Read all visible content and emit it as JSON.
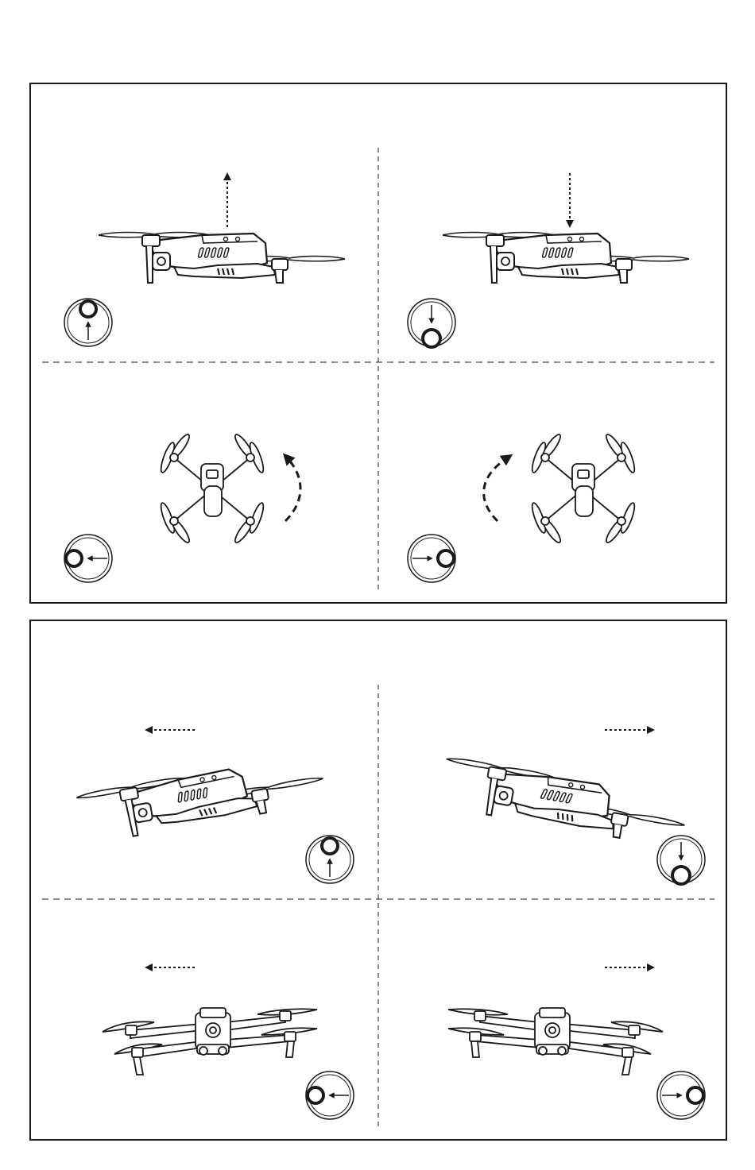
{
  "colors": {
    "ink": "#1a1a1a",
    "fill": "#ffffff"
  },
  "panels": [
    {
      "name": "altitude-yaw-panel",
      "cells": [
        {
          "name": "ascend",
          "drone_view": "side",
          "motion_icon": "arrow-up-dashed-icon",
          "stick_icon": "stick-up-icon"
        },
        {
          "name": "descend",
          "drone_view": "side",
          "motion_icon": "arrow-down-dashed-icon",
          "stick_icon": "stick-down-icon"
        },
        {
          "name": "rotate-left",
          "drone_view": "top",
          "motion_icon": "rotate-ccw-dashed-icon",
          "stick_icon": "stick-left-icon"
        },
        {
          "name": "rotate-right",
          "drone_view": "top",
          "motion_icon": "rotate-cw-dashed-icon",
          "stick_icon": "stick-right-icon"
        }
      ]
    },
    {
      "name": "pitch-roll-panel",
      "cells": [
        {
          "name": "fly-forward",
          "drone_view": "side-tilted",
          "motion_icon": "arrow-left-dashed-icon",
          "stick_icon": "stick-up-icon"
        },
        {
          "name": "fly-backward",
          "drone_view": "side-tilted",
          "motion_icon": "arrow-right-dashed-icon",
          "stick_icon": "stick-down-icon"
        },
        {
          "name": "fly-left",
          "drone_view": "front",
          "motion_icon": "arrow-left-dashed-icon",
          "stick_icon": "stick-left-icon"
        },
        {
          "name": "fly-right",
          "drone_view": "front",
          "motion_icon": "arrow-right-dashed-icon",
          "stick_icon": "stick-right-icon"
        }
      ]
    }
  ]
}
